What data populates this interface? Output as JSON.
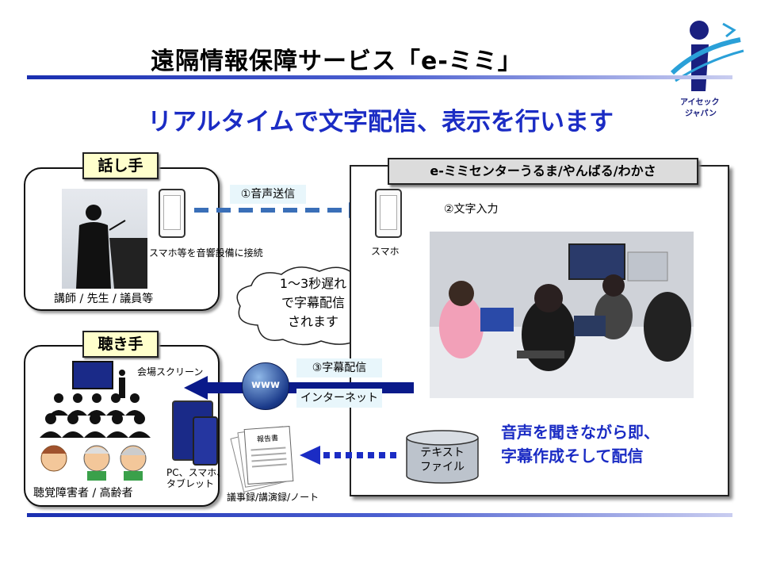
{
  "header": {
    "title": "遠隔情報保障サービス「e-ミミ」",
    "subtitle": "リアルタイムで文字配信、表示を行います"
  },
  "logo": {
    "line1": "アイセック",
    "line2": "ジャパン",
    "icon": "i-figure-logo",
    "colors": {
      "navy": "#1a2080",
      "sky": "#2aa0d8"
    }
  },
  "speaker": {
    "tag": "話し手",
    "caption": "講師 / 先生 / 議員等",
    "phone_caption": "スマホ等を音響設備に接続"
  },
  "listener": {
    "tag": "聴き手",
    "screen_caption": "会場スクリーン",
    "people_caption": "聴覚障害者 / 高齢者",
    "device_caption_1": "PC、スマホ、",
    "device_caption_2": "タブレット",
    "notes_caption": "議事録/講演録/ノート",
    "doc_label": "報告書"
  },
  "flows": {
    "step1": "①音声送信",
    "step2": "②文字入力",
    "step3": "③字幕配信",
    "internet": "インターネット",
    "www": "www"
  },
  "center": {
    "tag": "e-ミミセンターうるま/やんばる/わかさ",
    "phone_caption": "スマホ",
    "caption_line1": "音声を聞きながら即、",
    "caption_line2": "字幕作成そして配信",
    "db_line1": "テキスト",
    "db_line2": "ファイル"
  },
  "cloud": {
    "line1": "1～3秒遅れ",
    "line2": "で字幕配信",
    "line3": "されます"
  },
  "colors": {
    "accent_blue": "#1b2cc4",
    "arrow_navy": "#0a1a8a",
    "arrow_dashed": "#3a6fb8",
    "tag_yellow": "#ffffcc"
  }
}
